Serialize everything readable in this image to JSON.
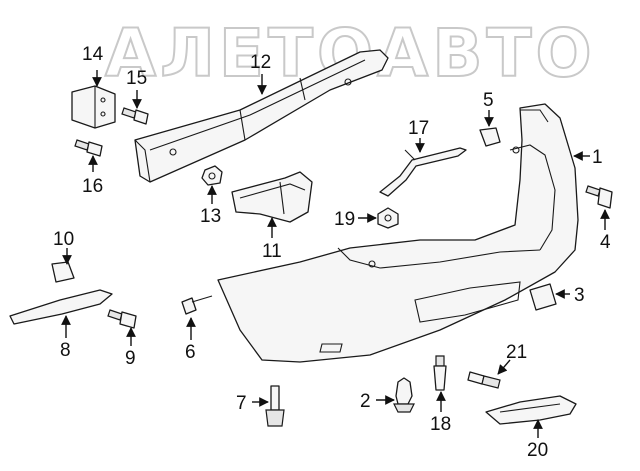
{
  "watermark": "АЛЕТОАВТО",
  "callouts": [
    {
      "id": "1",
      "text": "1"
    },
    {
      "id": "2",
      "text": "2"
    },
    {
      "id": "3",
      "text": "3"
    },
    {
      "id": "4",
      "text": "4"
    },
    {
      "id": "5",
      "text": "5"
    },
    {
      "id": "6",
      "text": "6"
    },
    {
      "id": "7",
      "text": "7"
    },
    {
      "id": "8",
      "text": "8"
    },
    {
      "id": "9",
      "text": "9"
    },
    {
      "id": "10",
      "text": "10"
    },
    {
      "id": "11",
      "text": "11"
    },
    {
      "id": "12",
      "text": "12"
    },
    {
      "id": "13",
      "text": "13"
    },
    {
      "id": "14",
      "text": "14"
    },
    {
      "id": "15",
      "text": "15"
    },
    {
      "id": "16",
      "text": "16"
    },
    {
      "id": "17",
      "text": "17"
    },
    {
      "id": "18",
      "text": "18"
    },
    {
      "id": "19",
      "text": "19"
    },
    {
      "id": "20",
      "text": "20"
    },
    {
      "id": "21",
      "text": "21"
    }
  ],
  "colors": {
    "line": "#1a1a1a",
    "watermark": "#c9c9c9",
    "background": "#ffffff"
  }
}
